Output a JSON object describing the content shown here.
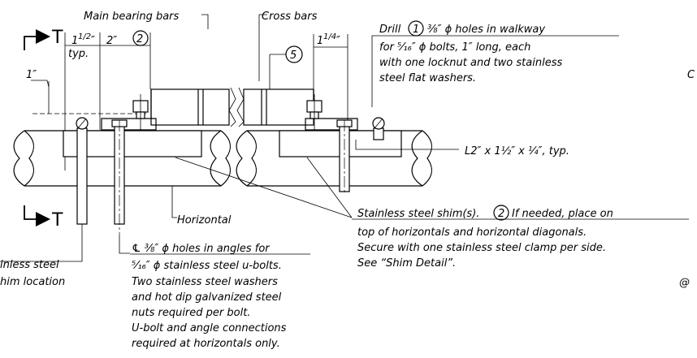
{
  "section": {
    "label_top": "T",
    "label_bottom": "T"
  },
  "dims": {
    "d1": "1",
    "d1_frac": "1/2",
    "d1_unit": "″",
    "typ": "typ.",
    "d2": "2″",
    "d2_bubble": "2",
    "d3": "1",
    "d3_frac": "1/4",
    "d3_unit": "″",
    "left_height": "1″"
  },
  "labels": {
    "main_bearing_bars": "Main bearing bars",
    "cross_bars": "Cross bars",
    "bubble5": "5",
    "horizontal": "Horizontal",
    "angle": "L2″ x 1½″ x ¼″, typ.",
    "edge_right_top": "C",
    "edge_right_bottom": "@"
  },
  "drill_note": {
    "line1_prefix": "Drill",
    "line1_bubble": "1",
    "line1_suffix": "⅜″ ϕ holes in walkway",
    "line2": "for ⁵⁄₁₆″ ϕ bolts, 1″ long, each",
    "line3": "with one locknut and two stainless",
    "line4": "steel flat washers."
  },
  "shim_note": {
    "line1_prefix": "Stainless steel shim(s).",
    "line1_bubble": "2",
    "line1_suffix": "If needed, place on",
    "line2": "top of horizontals and horizontal diagonals.",
    "line3": "Secure with one stainless steel clamp per side.",
    "line4": "See “Shim Detail”."
  },
  "ubolt_note": {
    "line1": "℄ ⅜″ ϕ holes in angles for",
    "line2": "⁵⁄₁₆″ ϕ stainless steel u-bolts.",
    "line3": "Two stainless steel washers",
    "line4": "and hot dip galvanized steel",
    "line5": "nuts required  per bolt.",
    "line6": "U-bolt and angle connections",
    "line7": "required at horizontals only."
  },
  "left_note": {
    "line1": "inless steel",
    "line2": "him location"
  }
}
